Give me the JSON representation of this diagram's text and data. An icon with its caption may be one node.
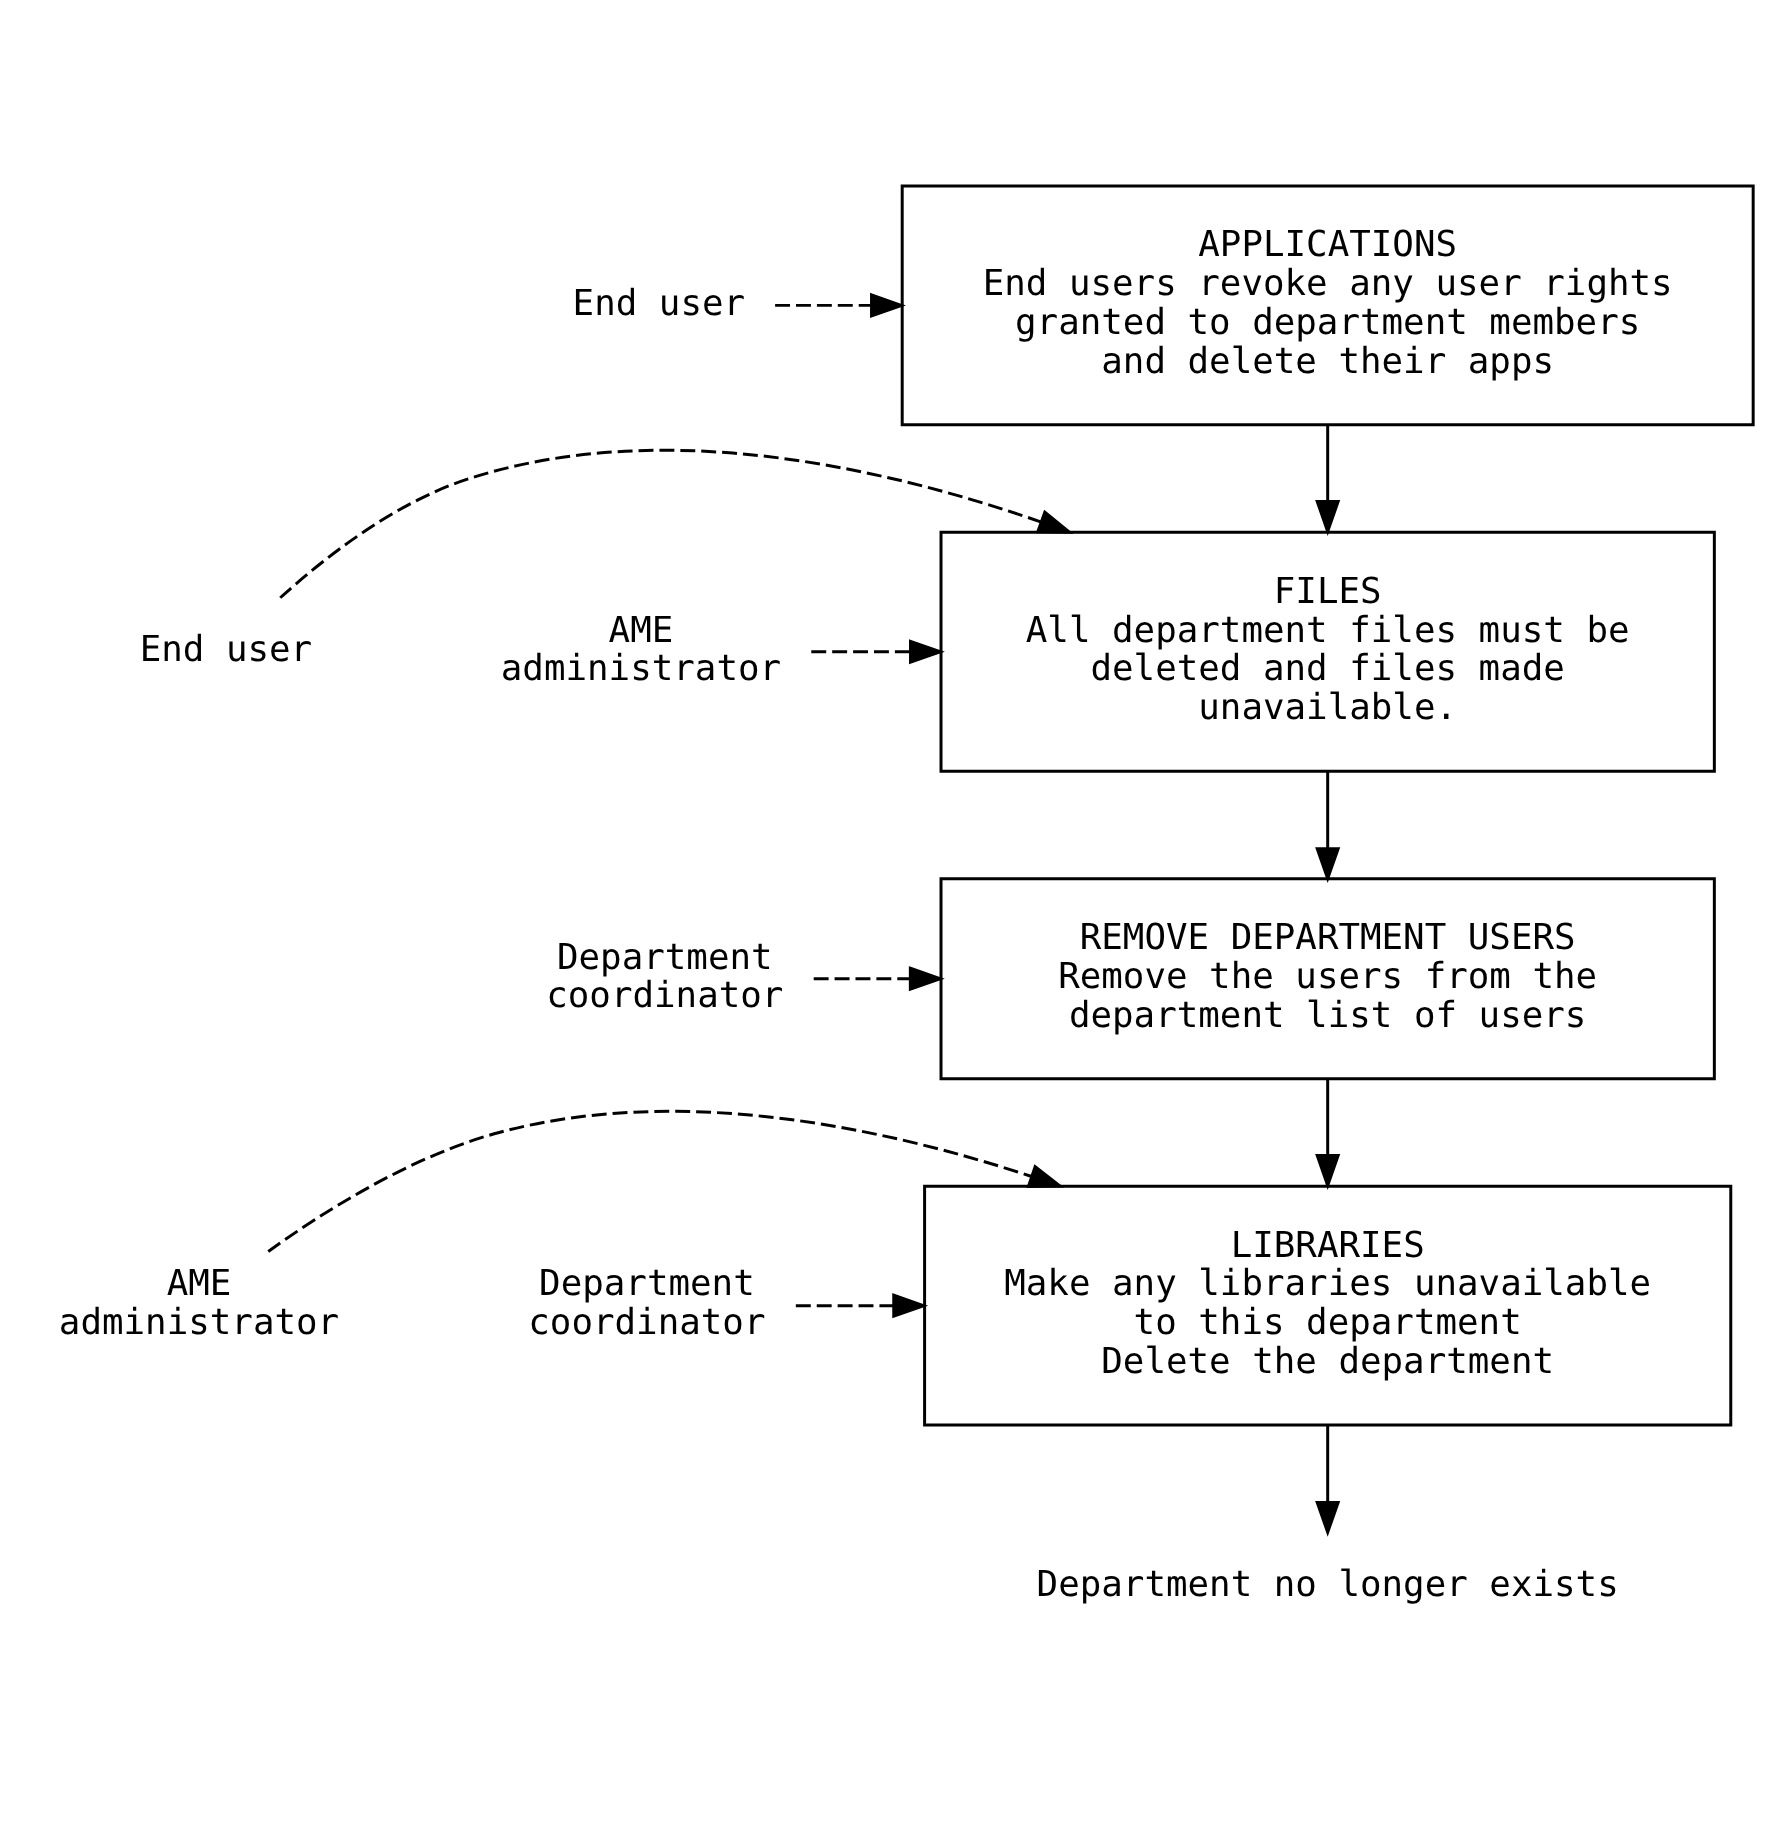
{
  "diagram": {
    "nodes": [
      {
        "text": [
          "APPLICATIONS",
          "End users revoke any user rights granted to department members and delete their apps"
        ]
      },
      {
        "text": [
          "End user"
        ]
      },
      {
        "text": [
          "FILES",
          "All department files must be deleted and files made unavailable."
        ]
      },
      {
        "text": [
          "End user"
        ]
      },
      {
        "text": [
          "AME administrator"
        ]
      },
      {
        "text": [
          "REMOVE DEPARTMENT USERS",
          "Remove the users from the department list of users"
        ]
      },
      {
        "text": [
          "Department coordinator"
        ]
      },
      {
        "text": [
          "LIBRARIES",
          "Make any libraries unavailable to this department",
          "Delete the department"
        ]
      },
      {
        "text": [
          "AME administrator"
        ]
      },
      {
        "text": [
          "Department coordinator"
        ]
      },
      {
        "text": [
          "Department no longer exists"
        ]
      }
    ],
    "edges": [
      {
        "from": 1,
        "to": 0,
        "arrow": "to",
        "style": "dashed"
      },
      {
        "from": 0,
        "to": 2,
        "arrow": "to"
      },
      {
        "from": 3,
        "to": 2,
        "arrow": "to",
        "style": "dashed"
      },
      {
        "from": 4,
        "to": 2,
        "arrow": "to",
        "style": "dashed"
      },
      {
        "from": 2,
        "to": 5,
        "arrow": "to"
      },
      {
        "from": 6,
        "to": 5,
        "arrow": "to",
        "style": "dashed"
      },
      {
        "from": 5,
        "to": 7,
        "arrow": "to"
      },
      {
        "from": 8,
        "to": 7,
        "arrow": "to",
        "style": "dashed"
      },
      {
        "from": 9,
        "to": 7,
        "arrow": "to",
        "style": "dashed"
      },
      {
        "from": 7,
        "to": 10,
        "arrow": "to"
      }
    ]
  }
}
